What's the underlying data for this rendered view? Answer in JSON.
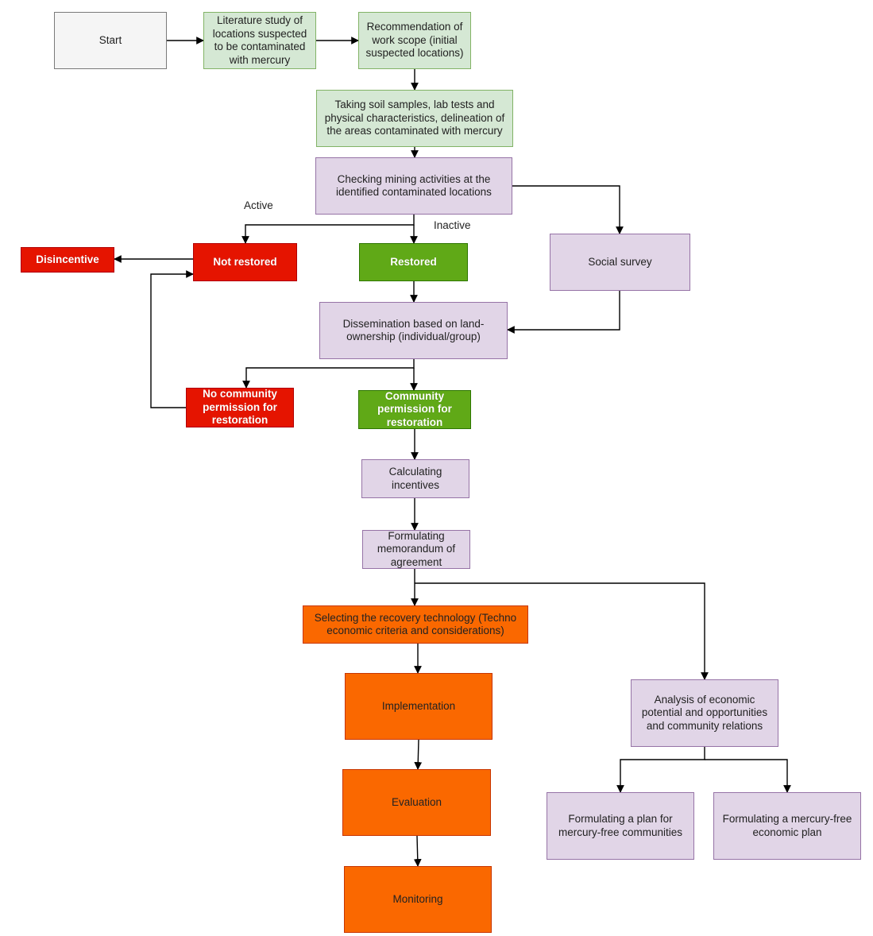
{
  "nodes": {
    "start": "Start",
    "literature": "Literature study of locations suspected to be contaminated with mercury",
    "recommendation": "Recommendation of work scope (initial suspected locations)",
    "soil_samples": "Taking soil samples, lab tests and physical characteristics, delineation of the areas contaminated with mercury",
    "checking_mining": "Checking mining activities at the identified contaminated locations",
    "disincentive": "Disincentive",
    "not_restored": "Not restored",
    "restored": "Restored",
    "social_survey": "Social survey",
    "dissemination": "Dissemination based on land-ownership (individual/group)",
    "no_permission": "No community permission for restoration",
    "permission": "Community permission for restoration",
    "calculating": "Calculating incentives",
    "memorandum": "Formulating memorandum of agreement",
    "selecting_tech": "Selecting the recovery technology (Techno economic criteria and considerations)",
    "implementation": "Implementation",
    "evaluation": "Evaluation",
    "monitoring": "Monitoring",
    "analysis": "Analysis of economic potential and opportunities and community relations",
    "plan_communities": "Formulating a plan for mercury-free communities",
    "economic_plan": "Formulating a mercury-free economic plan"
  },
  "edge_labels": {
    "active": "Active",
    "inactive": "Inactive"
  },
  "colors": {
    "gray_fill": "#f5f5f5",
    "green_fill": "#d5e8d4",
    "purple_fill": "#e1d5e7",
    "red_fill": "#e51400",
    "dark_green_fill": "#60a917",
    "orange_fill": "#fa6800",
    "edge": "#000000"
  }
}
